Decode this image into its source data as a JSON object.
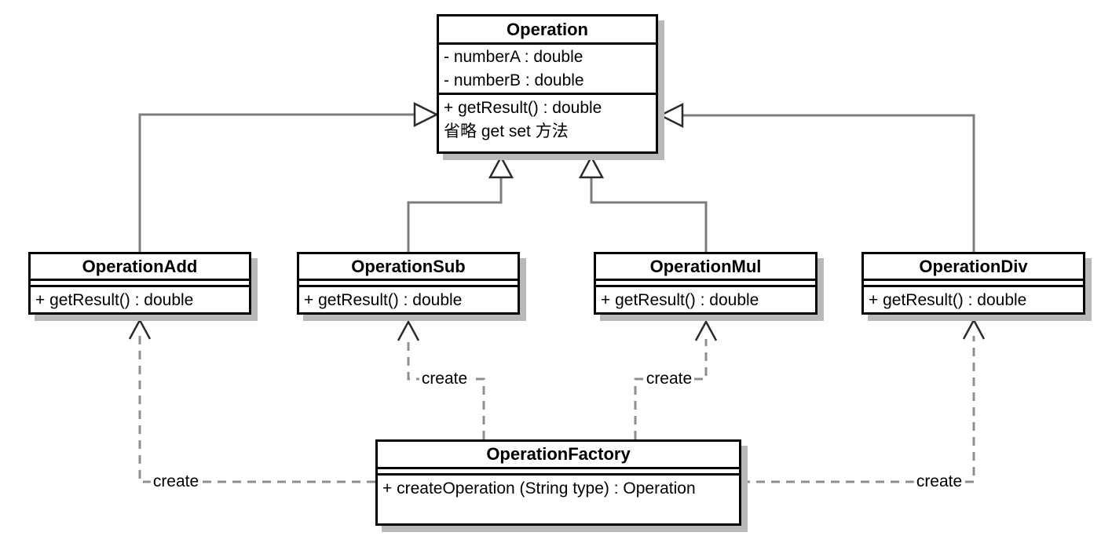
{
  "diagram": {
    "kind": "uml-class-diagram",
    "classes": {
      "operation": {
        "name": "Operation",
        "attributes": [
          "- numberA : double",
          "- numberB : double"
        ],
        "methods": [
          "+ getResult() : double",
          "省略 get set 方法"
        ]
      },
      "operation_add": {
        "name": "OperationAdd",
        "attributes": [],
        "methods": [
          "+ getResult() : double"
        ]
      },
      "operation_sub": {
        "name": "OperationSub",
        "attributes": [],
        "methods": [
          "+ getResult() : double"
        ]
      },
      "operation_mul": {
        "name": "OperationMul",
        "attributes": [],
        "methods": [
          "+ getResult() : double"
        ]
      },
      "operation_div": {
        "name": "OperationDiv",
        "attributes": [],
        "methods": [
          "+ getResult() : double"
        ]
      },
      "operation_factory": {
        "name": "OperationFactory",
        "attributes": [],
        "methods": [
          "+ createOperation (String type) : Operation"
        ]
      }
    },
    "relationships": {
      "inheritance": [
        {
          "from": "OperationAdd",
          "to": "Operation"
        },
        {
          "from": "OperationSub",
          "to": "Operation"
        },
        {
          "from": "OperationMul",
          "to": "Operation"
        },
        {
          "from": "OperationDiv",
          "to": "Operation"
        }
      ],
      "dependencies": [
        {
          "from": "OperationFactory",
          "to": "OperationAdd",
          "label": "create"
        },
        {
          "from": "OperationFactory",
          "to": "OperationSub",
          "label": "create"
        },
        {
          "from": "OperationFactory",
          "to": "OperationMul",
          "label": "create"
        },
        {
          "from": "OperationFactory",
          "to": "OperationDiv",
          "label": "create"
        }
      ]
    },
    "colors": {
      "background": "#ffffff",
      "box_fill": "#ffffff",
      "box_border": "#000000",
      "box_shadow": "#b9b9b9",
      "solid_line": "#7d7d7d",
      "dashed_line": "#8f8f8f",
      "arrowhead_stroke": "#2b2b2b",
      "text": "#000000"
    }
  }
}
